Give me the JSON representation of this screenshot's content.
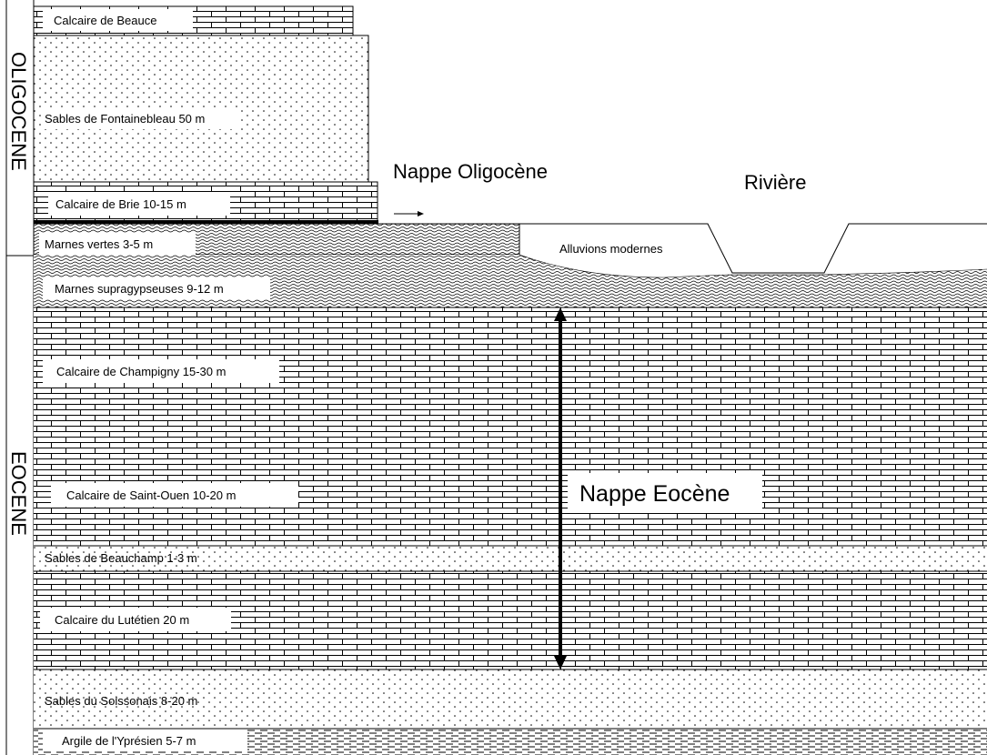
{
  "periods": {
    "oligocene": "OLIGOCENE",
    "eocene": "EOCENE"
  },
  "layers": {
    "calcaire_beauce": "Calcaire de Beauce",
    "sables_fontainebleau": "Sables de Fontainebleau 50 m",
    "calcaire_brie": "Calcaire de Brie 10-15 m",
    "marnes_vertes": "Marnes vertes 3-5 m",
    "marnes_supragypseuses": "Marnes supragypseuses 9-12 m",
    "calcaire_champigny": "Calcaire de Champigny 15-30 m",
    "calcaire_saint_ouen": "Calcaire de Saint-Ouen 10-20 m",
    "sables_beauchamp": "Sables de Beauchamp 1-3 m",
    "calcaire_lutetien": "Calcaire du Lutétien 20 m",
    "sables_soissonais": "Sables du Soissonais 8-20 m",
    "argile_ypresien": "Argile de l'Yprésien 5-7 m",
    "alluvions": "Alluvions modernes"
  },
  "annotations": {
    "nappe_oligocene": "Nappe Oligocène",
    "riviere": "Rivière",
    "nappe_eocene": "Nappe Eocène"
  }
}
